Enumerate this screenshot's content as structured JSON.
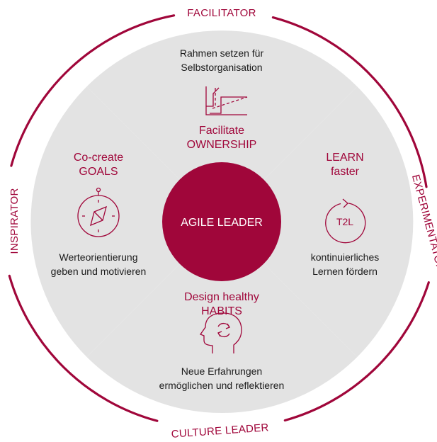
{
  "colors": {
    "accent": "#a0063a",
    "segment_fill": "#e3e3e3",
    "background": "#ffffff",
    "text": "#1a1a1a"
  },
  "ring_labels": {
    "top": "FACILITATOR",
    "left": "INSPIRATOR",
    "right": "EXPERIMENTATOR",
    "bottom": "CULTURE LEADER"
  },
  "center": {
    "label": "AGILE LEADER"
  },
  "segments": {
    "top": {
      "description": [
        "Rahmen setzen für",
        "Selbstorganisation"
      ],
      "title": [
        "Facilitate",
        "OWNERSHIP"
      ],
      "icon": "stepped-line-chart-icon"
    },
    "left": {
      "title": [
        "Co-create",
        "GOALS"
      ],
      "description": [
        "Werteorientierung",
        "geben und motivieren"
      ],
      "icon": "compass-icon"
    },
    "right": {
      "title": [
        "LEARN",
        "faster"
      ],
      "description": [
        "kontinuierliches",
        "Lernen fördern"
      ],
      "icon": "cycle-icon",
      "icon_label": "T2L"
    },
    "bottom": {
      "title": [
        "Design healthy",
        "HABITS"
      ],
      "description": [
        "Neue Erfahrungen",
        "ermöglichen und reflektieren"
      ],
      "icon": "head-cycle-icon"
    }
  }
}
